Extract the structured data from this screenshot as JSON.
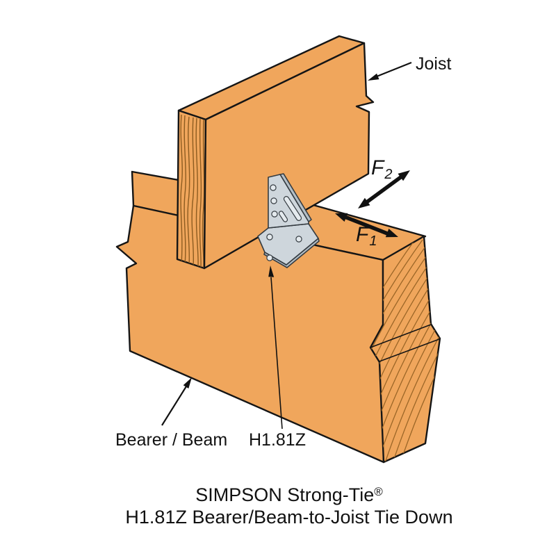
{
  "annotations": {
    "joist_label": "Joist",
    "bearer_label": "Bearer / Beam",
    "connector_label": "H1.81Z",
    "force1": {
      "letter": "F",
      "subscript": "1"
    },
    "force2": {
      "letter": "F",
      "subscript": "2"
    }
  },
  "caption": {
    "line1": "SIMPSON Strong-Tie",
    "registered_mark": "®",
    "line2": "H1.81Z Bearer/Beam-to-Joist Tie Down"
  },
  "colors": {
    "wood": "#F0A65C",
    "wood_grain_joist": "#8C5B20",
    "wood_grain_bearer": "#9B6627",
    "outline": "#151515",
    "metal": "#CED6DC",
    "metal_shade": "#B3BEC6",
    "metal_hole": "#E4EAEE",
    "metal_stroke": "#343B41",
    "annotation": "#111111",
    "background": "#FFFFFF"
  }
}
